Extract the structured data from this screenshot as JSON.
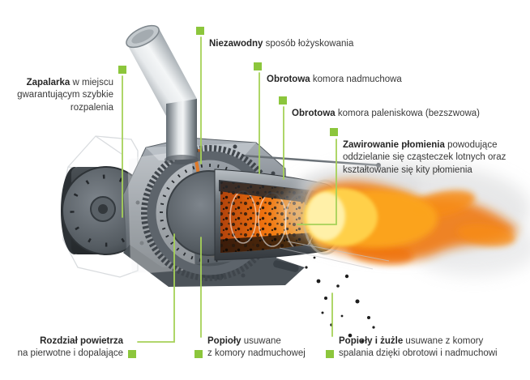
{
  "colors": {
    "accent_green": "#8cc63c",
    "line_green": "#a6d158",
    "text_color": "#383838",
    "flame_orange": "#f0810f",
    "flame_yellow": "#ffd24d",
    "smoke_gray": "#d2d3d5",
    "steel_gray": "#8d959c"
  },
  "illustration_alt": "Cutaway 3D render of a rotary pellet burner with rotating combustion chamber and flame jet",
  "labels": {
    "bearing": {
      "bold": "Niezawodny",
      "rest": " sposób łożyskowania"
    },
    "blow_chamber": {
      "bold": "Obrotowa",
      "rest": " komora nadmuchowa"
    },
    "combustion_chamber": {
      "bold": "Obrotowa",
      "rest": " komora paleniskowa (bezszwowa)"
    },
    "flame_swirl": {
      "bold": "Zawirowanie płomienia",
      "rest": " powodujące\noddzielanie się cząsteczek lotnych oraz\nkształtowanie się kity płomienia"
    },
    "igniter": {
      "bold": "Zapalarka",
      "rest": " w miejscu\ngwarantującym szybkie\nrozpalenia"
    },
    "air_split": {
      "bold": "Rozdział powietrza",
      "rest": "\nna pierwotne i dopalające"
    },
    "ash_removal": {
      "bold": "Popioły",
      "rest": " usuwane\nz komory nadmuchowej"
    },
    "ash_slag_removal": {
      "bold": "Popioły i żużle",
      "rest": " usuwane z komory\nspalania dzięki obrotowi i nadmuchowi"
    }
  }
}
